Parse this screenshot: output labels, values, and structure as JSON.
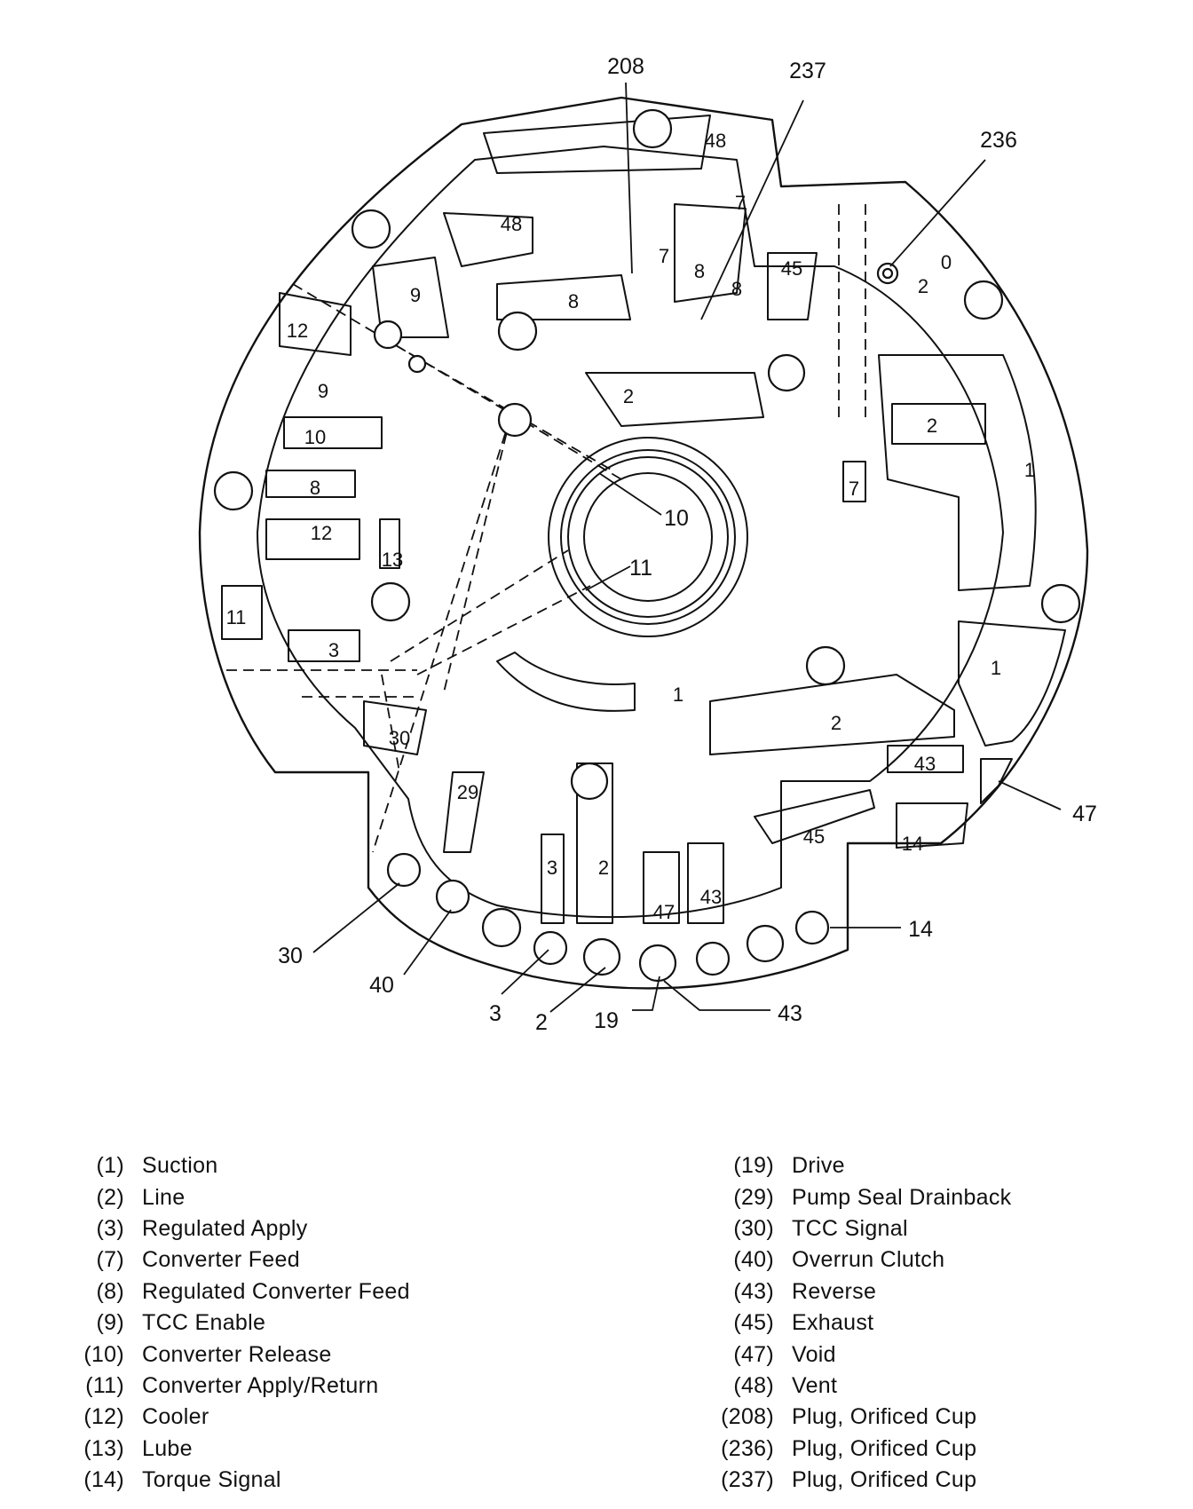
{
  "diagram": {
    "callouts": {
      "c208": "208",
      "c237": "237",
      "c236": "236",
      "c47": "47",
      "c14": "14",
      "c43": "43",
      "c19": "19",
      "c2": "2",
      "c3": "3",
      "c40": "40",
      "c30": "30",
      "c10": "10",
      "c11": "11"
    },
    "regions": {
      "r48a": "48",
      "r48b": "48",
      "r7a": "7",
      "r7b": "7",
      "r8a": "8",
      "r8b": "8",
      "r8c": "8",
      "r45a": "45",
      "r9a": "9",
      "r9b": "9",
      "r12a": "12",
      "r10a": "10",
      "r8d": "8",
      "r12b": "12",
      "r13a": "13",
      "r11a": "11",
      "r3a": "3",
      "r30a": "30",
      "r29a": "29",
      "r2a": "2",
      "r2b": "2",
      "r2c": "2",
      "r2d": "2",
      "r7c": "7",
      "r1a": "1",
      "r1b": "1",
      "r1c": "1",
      "r43a": "43",
      "r14a": "14",
      "r45b": "45",
      "r3b": "3",
      "r2e": "2",
      "r47a": "47",
      "r43b": "43",
      "r0a": "0"
    }
  },
  "legend": {
    "left": [
      {
        "num": "(1)",
        "label": "Suction"
      },
      {
        "num": "(2)",
        "label": "Line"
      },
      {
        "num": "(3)",
        "label": "Regulated Apply"
      },
      {
        "num": "(7)",
        "label": "Converter Feed"
      },
      {
        "num": "(8)",
        "label": "Regulated Converter Feed"
      },
      {
        "num": "(9)",
        "label": "TCC Enable"
      },
      {
        "num": "(10)",
        "label": "Converter Release"
      },
      {
        "num": "(11)",
        "label": "Converter Apply/Return"
      },
      {
        "num": "(12)",
        "label": "Cooler"
      },
      {
        "num": "(13)",
        "label": "Lube"
      },
      {
        "num": "(14)",
        "label": "Torque Signal"
      }
    ],
    "right": [
      {
        "num": "(19)",
        "label": "Drive"
      },
      {
        "num": "(29)",
        "label": "Pump Seal Drainback"
      },
      {
        "num": "(30)",
        "label": "TCC Signal"
      },
      {
        "num": "(40)",
        "label": "Overrun Clutch"
      },
      {
        "num": "(43)",
        "label": "Reverse"
      },
      {
        "num": "(45)",
        "label": "Exhaust"
      },
      {
        "num": "(47)",
        "label": "Void"
      },
      {
        "num": "(48)",
        "label": "Vent"
      },
      {
        "num": "(208)",
        "label": "Plug, Orificed Cup"
      },
      {
        "num": "(236)",
        "label": "Plug, Orificed Cup"
      },
      {
        "num": "(237)",
        "label": "Plug, Orificed Cup"
      }
    ]
  }
}
